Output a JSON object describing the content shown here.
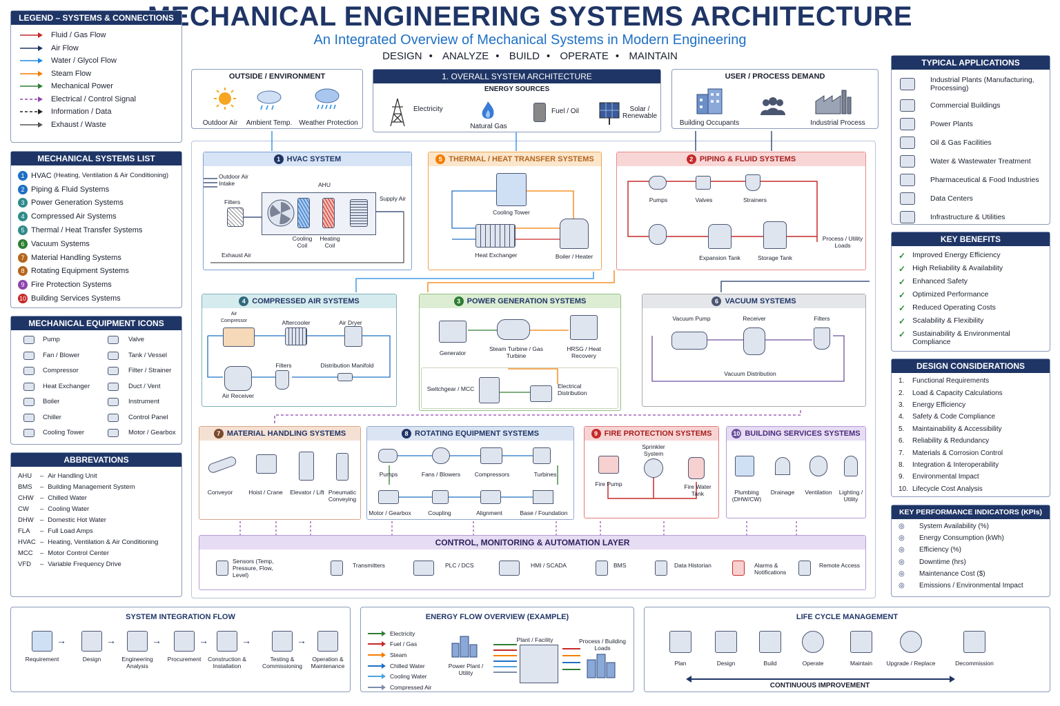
{
  "header": {
    "title": "MECHANICAL ENGINEERING SYSTEMS ARCHITECTURE",
    "subtitle": "An Integrated Overview of Mechanical Systems in Modern Engineering",
    "tags": [
      "DESIGN",
      "ANALYZE",
      "BUILD",
      "OPERATE",
      "MAINTAIN"
    ]
  },
  "legend": {
    "title": "LEGEND – SYSTEMS & CONNECTIONS",
    "items": [
      {
        "label": "Fluid / Gas Flow",
        "color": "#c62828",
        "style": "solid"
      },
      {
        "label": "Air Flow",
        "color": "#1f3566",
        "style": "solid"
      },
      {
        "label": "Water / Glycol Flow",
        "color": "#1e88e5",
        "style": "solid"
      },
      {
        "label": "Steam Flow",
        "color": "#f57c00",
        "style": "solid"
      },
      {
        "label": "Mechanical Power",
        "color": "#2e7d32",
        "style": "solid"
      },
      {
        "label": "Electrical / Control Signal",
        "color": "#8e44ad",
        "style": "dashed"
      },
      {
        "label": "Information / Data",
        "color": "#222222",
        "style": "dashed"
      },
      {
        "label": "Exhaust / Waste",
        "color": "#555555",
        "style": "solid"
      }
    ]
  },
  "systems_list": {
    "title": "MECHANICAL SYSTEMS LIST",
    "items": [
      {
        "n": "1",
        "label": "HVAC",
        "detail": "(Heating, Ventilation & Air Conditioning)",
        "color": "#1e6fc4"
      },
      {
        "n": "2",
        "label": "Piping & Fluid Systems",
        "color": "#1e6fc4"
      },
      {
        "n": "3",
        "label": "Power Generation Systems",
        "color": "#2e8a8a"
      },
      {
        "n": "4",
        "label": "Compressed Air Systems",
        "color": "#2e8a8a"
      },
      {
        "n": "5",
        "label": "Thermal / Heat Transfer Systems",
        "color": "#2e8a8a"
      },
      {
        "n": "6",
        "label": "Vacuum Systems",
        "color": "#2e7d32"
      },
      {
        "n": "7",
        "label": "Material Handling Systems",
        "color": "#b5651d"
      },
      {
        "n": "8",
        "label": "Rotating Equipment Systems",
        "color": "#b5651d"
      },
      {
        "n": "9",
        "label": "Fire Protection Systems",
        "color": "#8e44ad"
      },
      {
        "n": "10",
        "label": "Building Services Systems",
        "color": "#c62828"
      }
    ]
  },
  "equipment_icons": {
    "title": "MECHANICAL EQUIPMENT ICONS",
    "left": [
      "Pump",
      "Fan / Blower",
      "Compressor",
      "Heat Exchanger",
      "Boiler",
      "Chiller",
      "Cooling Tower"
    ],
    "right": [
      "Valve",
      "Tank / Vessel",
      "Filter / Strainer",
      "Duct / Vent",
      "Instrument",
      "Control Panel",
      "Motor / Gearbox"
    ]
  },
  "abbreviations": {
    "title": "ABBREVATIONS",
    "items": [
      {
        "k": "AHU",
        "v": "Air Handling Unit"
      },
      {
        "k": "BMS",
        "v": "Building Management System"
      },
      {
        "k": "CHW",
        "v": "Chilled Water"
      },
      {
        "k": "CW",
        "v": "Cooling Water"
      },
      {
        "k": "DHW",
        "v": "Domestic Hot Water"
      },
      {
        "k": "FLA",
        "v": "Full Load Amps"
      },
      {
        "k": "HVAC",
        "v": "Heating, Ventilation & Air Conditioning"
      },
      {
        "k": "MCC",
        "v": "Motor Control Center"
      },
      {
        "k": "VFD",
        "v": "Variable Frequency Drive"
      }
    ]
  },
  "outside": {
    "title": "OUTSIDE / ENVIRONMENT",
    "items": [
      "Outdoor Air",
      "Ambient Temp.",
      "Weather Protection"
    ]
  },
  "overall": {
    "title": "1. OVERALL SYSTEM ARCHITECTURE",
    "sub": "ENERGY SOURCES",
    "items": [
      "Electricity",
      "Natural Gas",
      "Fuel / Oil",
      "Solar / Renewable"
    ]
  },
  "demand": {
    "title": "USER / PROCESS DEMAND",
    "items": [
      "Building Occupants",
      "Industrial Process"
    ]
  },
  "hvac": {
    "n": "1",
    "title": "HVAC SYSTEM",
    "outdoor": "Outdoor Air Intake",
    "filters": "Filters",
    "ahu": "AHU",
    "supply": "Supply Air",
    "cooling": "Cooling Coil",
    "heating": "Heating Coil",
    "exhaust": "Exhaust Air"
  },
  "thermal": {
    "n": "5",
    "title": "THERMAL / HEAT TRANSFER SYSTEMS",
    "tower": "Cooling Tower",
    "hx": "Heat Exchanger",
    "boiler": "Boiler / Heater"
  },
  "piping": {
    "n": "2",
    "title": "PIPING & FLUID SYSTEMS",
    "pumps": "Pumps",
    "valves": "Valves",
    "strainers": "Strainers",
    "expansion": "Expansion Tank",
    "storage": "Storage Tank",
    "loads": "Process / Utility Loads"
  },
  "compressed": {
    "n": "4",
    "title": "COMPRESSED AIR SYSTEMS",
    "compressor": "Air Compressor",
    "aftercooler": "Aftercooler",
    "dryer": "Air Dryer",
    "filters": "Filters",
    "manifold": "Distribution Manifold",
    "receiver": "Air Receiver"
  },
  "power": {
    "n": "3",
    "title": "POWER GENERATION SYSTEMS",
    "generator": "Generator",
    "turbine": "Steam Turbine / Gas Turbine",
    "hrsg": "HRSG / Heat Recovery",
    "switchgear": "Switchgear / MCC",
    "electrical": "Electrical Distribution"
  },
  "vacuum": {
    "n": "6",
    "title": "VACUUM SYSTEMS",
    "pump": "Vacuum Pump",
    "receiver": "Receiver",
    "filters": "Filters",
    "dist": "Vacuum Distribution"
  },
  "material": {
    "n": "7",
    "title": "MATERIAL HANDLING SYSTEMS",
    "items": [
      "Conveyor",
      "Hoist / Crane",
      "Elevator / Lift",
      "Pneumatic Conveying"
    ]
  },
  "rotating": {
    "n": "8",
    "title": "ROTATING EQUIPMENT SYSTEMS",
    "top": [
      "Pumps",
      "Fans / Blowers",
      "Compressors",
      "Turbines"
    ],
    "bottom": [
      "Motor / Gearbox",
      "Coupling",
      "Alignment",
      "Base / Foundation"
    ]
  },
  "fire": {
    "n": "9",
    "title": "FIRE PROTECTION SYSTEMS",
    "sprinkler": "Sprinkler System",
    "pump": "Fire Pump",
    "tank": "Fire Water Tank"
  },
  "building": {
    "n": "10",
    "title": "BUILDING SERVICES SYSTEMS",
    "items": [
      "Plumbing (DHW/CW)",
      "Drainage",
      "Ventilation",
      "Lighting / Utility"
    ]
  },
  "control": {
    "title": "CONTROL, MONITORING & AUTOMATION LAYER",
    "items": [
      "Sensors (Temp, Pressure, Flow, Level)",
      "Transmitters",
      "PLC / DCS",
      "HMI / SCADA",
      "BMS",
      "Data Historian",
      "Alarms & Notifications",
      "Remote Access"
    ]
  },
  "applications": {
    "title": "TYPICAL APPLICATIONS",
    "items": [
      "Industrial Plants (Manufacturing, Processing)",
      "Commercial Buildings",
      "Power Plants",
      "Oil & Gas Facilities",
      "Water & Wastewater Treatment",
      "Pharmaceutical & Food Industries",
      "Data Centers",
      "Infrastructure & Utilities"
    ]
  },
  "benefits": {
    "title": "KEY BENEFITS",
    "items": [
      "Improved Energy Efficiency",
      "High Reliability & Availability",
      "Enhanced Safety",
      "Optimized Performance",
      "Reduced Operating Costs",
      "Scalability & Flexibility",
      "Sustainability & Environmental Compliance"
    ]
  },
  "design": {
    "title": "DESIGN CONSIDERATIONS",
    "items": [
      "Functional Requirements",
      "Load & Capacity Calculations",
      "Energy Efficiency",
      "Safety & Code Compliance",
      "Maintainability & Accessibility",
      "Reliability & Redundancy",
      "Materials & Corrosion Control",
      "Integration & Interoperability",
      "Environmental Impact",
      "Lifecycle Cost Analysis"
    ]
  },
  "kpis": {
    "title": "KEY PERFORMANCE INDICATORS (KPIs)",
    "items": [
      "System Availability (%)",
      "Energy Consumption (kWh)",
      "Efficiency (%)",
      "Downtime (hrs)",
      "Maintenance Cost ($)",
      "Emissions / Environmental Impact"
    ]
  },
  "integration": {
    "title": "SYSTEM INTEGRATION FLOW",
    "steps": [
      "Requirement",
      "Design",
      "Engineering Analysis",
      "Procurement",
      "Construction & Installation",
      "Testing & Commissioning",
      "Operation & Maintenance"
    ]
  },
  "energy_flow": {
    "title": "ENERGY FLOW OVERVIEW (EXAMPLE)",
    "legend": [
      {
        "label": "Electricity",
        "color": "#2e7d32"
      },
      {
        "label": "Fuel / Gas",
        "color": "#c62828"
      },
      {
        "label": "Steam",
        "color": "#f57c00"
      },
      {
        "label": "Chilled Water",
        "color": "#1e6fc4"
      },
      {
        "label": "Cooling Water",
        "color": "#4aa3df"
      },
      {
        "label": "Compressed Air",
        "color": "#7a8ca8"
      }
    ],
    "utility": "Power Plant / Utility",
    "plant": "Plant / Facility",
    "loads": "Process / Building Loads"
  },
  "lifecycle": {
    "title": "LIFE CYCLE MANAGEMENT",
    "steps": [
      "Plan",
      "Design",
      "Build",
      "Operate",
      "Maintain",
      "Upgrade / Replace",
      "Decommission"
    ],
    "footer": "CONTINUOUS IMPROVEMENT"
  }
}
